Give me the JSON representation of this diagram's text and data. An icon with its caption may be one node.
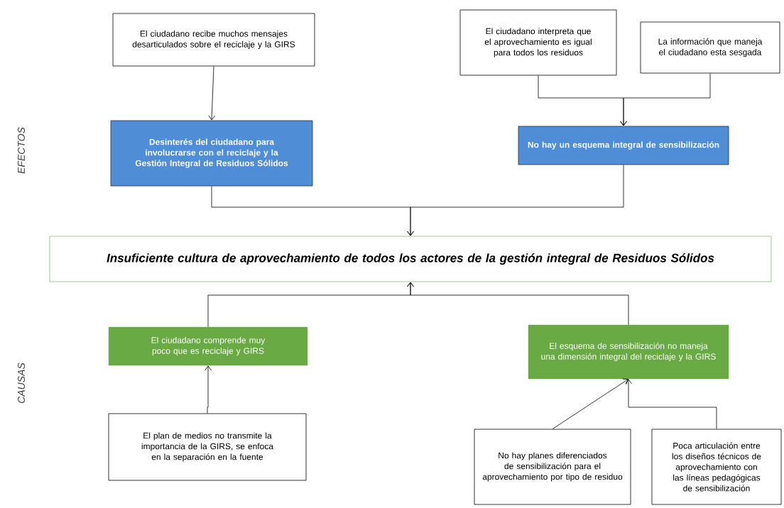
{
  "diagram": {
    "nodes": [
      {
        "text": [
          "El ciudadano recibe muchos mensajes desarticulados sobre el reciclaje y la GIRS"
        ]
      },
      {
        "text": [
          "El ciudadano interpreta que el aprovechamiento es igual para todos los residuos"
        ]
      },
      {
        "text": [
          "La información que maneja el ciudadano esta sesgada"
        ]
      },
      {
        "text": [
          "Desinterés del ciudadano para involucrarse con el reciclaje y la Gestión Integral de Residuos Sólidos"
        ]
      },
      {
        "text": [
          "No hay un esquema integral de sensibilización"
        ]
      },
      {
        "text": [
          "Insuficiente cultura de aprovechamiento de todos los actores de la gestión integral de Residuos Sólidos"
        ]
      },
      {
        "text": [
          "El ciudadano  comprende muy poco que es reciclaje y GIRS"
        ]
      },
      {
        "text": [
          "El esquema de sensibilización no maneja una dimensión integral del reciclaje y la GIRS"
        ]
      },
      {
        "text": [
          "El plan de medios no transmite la importancia de la GIRS, se enfoca en la separación en la fuente"
        ]
      },
      {
        "text": [
          "No hay planes diferenciados de sensibilización para el aprovechamiento  por tipo de residuo"
        ]
      },
      {
        "text": [
          "Poca articulación entre los diseños técnicos de aprovechamiento con las líneas pedagógicas de sensibilización"
        ]
      }
    ],
    "edges": [
      {
        "from": 0,
        "to": 3,
        "arrow": "to"
      },
      {
        "from": 1,
        "to": 4,
        "arrow": "to"
      },
      {
        "from": 2,
        "to": 4,
        "arrow": "to"
      },
      {
        "from": 3,
        "to": 5,
        "arrow": "to"
      },
      {
        "from": 4,
        "to": 5,
        "arrow": "to"
      },
      {
        "from": 6,
        "to": 5,
        "arrow": "to"
      },
      {
        "from": 7,
        "to": 5,
        "arrow": "to"
      },
      {
        "from": 8,
        "to": 6,
        "arrow": "to"
      },
      {
        "from": 9,
        "to": 7,
        "arrow": "to"
      },
      {
        "from": 10,
        "to": 7,
        "arrow": "to"
      }
    ],
    "labels": [
      "EFECTOS",
      "CAUSAS"
    ]
  }
}
